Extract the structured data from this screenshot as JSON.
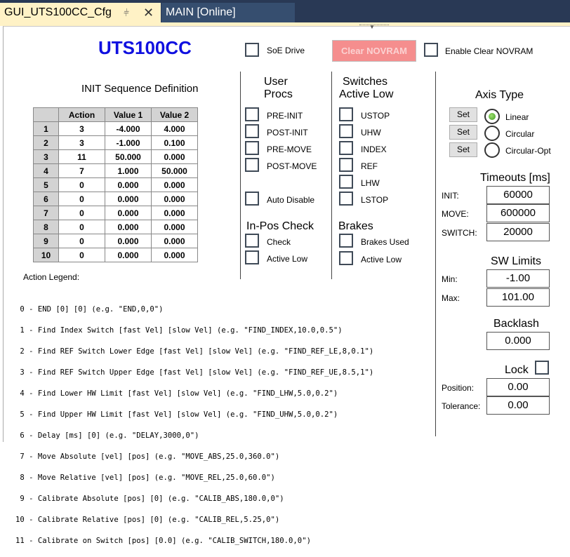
{
  "tabs": {
    "active": {
      "label": "GUI_UTS100CC_Cfg"
    },
    "inactive": {
      "label": "MAIN [Online]"
    }
  },
  "header": {
    "title": "UTS100CC",
    "soe_drive_label": "SoE Drive",
    "clear_novram_label": "Clear NOVRAM",
    "enable_clear_label": "Enable Clear NOVRAM"
  },
  "init_table": {
    "heading": "INIT Sequence Definition",
    "columns": [
      "Action",
      "Value 1",
      "Value 2"
    ],
    "rows": [
      [
        "1",
        "3",
        "-4.000",
        "4.000"
      ],
      [
        "2",
        "3",
        "-1.000",
        "0.100"
      ],
      [
        "3",
        "11",
        "50.000",
        "0.000"
      ],
      [
        "4",
        "7",
        "1.000",
        "50.000"
      ],
      [
        "5",
        "0",
        "0.000",
        "0.000"
      ],
      [
        "6",
        "0",
        "0.000",
        "0.000"
      ],
      [
        "7",
        "0",
        "0.000",
        "0.000"
      ],
      [
        "8",
        "0",
        "0.000",
        "0.000"
      ],
      [
        "9",
        "0",
        "0.000",
        "0.000"
      ],
      [
        "10",
        "0",
        "0.000",
        "0.000"
      ]
    ]
  },
  "legend": {
    "heading": "Action Legend:",
    "lines": [
      " 0 - END [0] [0] (e.g. \"END,0,0\")",
      " 1 - Find Index Switch [fast Vel] [slow Vel] (e.g. \"FIND_INDEX,10.0,0.5\")",
      " 2 - Find REF Switch Lower Edge [fast Vel] [slow Vel] (e.g. \"FIND_REF_LE,8,0.1\")",
      " 3 - Find REF Switch Upper Edge [fast Vel] [slow Vel] (e.g. \"FIND_REF_UE,8.5,1\")",
      " 4 - Find Lower HW Limit [fast Vel] [slow Vel] (e.g. \"FIND_LHW,5.0,0.2\")",
      " 5 - Find Upper HW Limit [fast Vel] [slow Vel] (e.g. \"FIND_UHW,5.0,0.2\")",
      " 6 - Delay [ms] [0] (e.g. \"DELAY,3000,0\")",
      " 7 - Move Absolute [vel] [pos] (e.g. \"MOVE_ABS,25.0,360.0\")",
      " 8 - Move Relative [vel] [pos] (e.g. \"MOVE_REL,25.0,60.0\")",
      " 9 - Calibrate Absolute [pos] [0] (e.g. \"CALIB_ABS,180.0,0\")",
      "10 - Calibrate Relative [pos] [0] (e.g. \"CALIB_REL,5.25,0\")",
      "11 - Calibrate on Switch [pos] [0.0] (e.g. \"CALIB_SWITCH,180.0,0\")"
    ]
  },
  "user_procs": {
    "heading_line1": "User",
    "heading_line2": "Procs",
    "items": [
      "PRE-INIT",
      "POST-INIT",
      "PRE-MOVE",
      "POST-MOVE"
    ],
    "auto_disable": "Auto Disable"
  },
  "inpos": {
    "heading": "In-Pos Check",
    "items": [
      "Check",
      "Active Low"
    ]
  },
  "switches": {
    "heading_line1": "Switches",
    "heading_line2": "Active Low",
    "items": [
      "USTOP",
      "UHW",
      "INDEX",
      "REF",
      "LHW",
      "LSTOP"
    ]
  },
  "brakes": {
    "heading": "Brakes",
    "items": [
      "Brakes Used",
      "Active Low"
    ]
  },
  "axis_type": {
    "heading": "Axis Type",
    "set_label": "Set",
    "options": [
      "Linear",
      "Circular",
      "Circular-Opt"
    ],
    "selected": "Linear",
    "accent": "#3c9a20"
  },
  "timeouts": {
    "heading": "Timeouts [ms]",
    "init_label": "INIT:",
    "init_value": "60000",
    "move_label": "MOVE:",
    "move_value": "600000",
    "switch_label": "SWITCH:",
    "switch_value": "20000"
  },
  "sw_limits": {
    "heading": "SW Limits",
    "min_label": "Min:",
    "min_value": "-1.00",
    "max_label": "Max:",
    "max_value": "101.00"
  },
  "backlash": {
    "heading": "Backlash",
    "value": "0.000"
  },
  "lock": {
    "heading": "Lock",
    "position_label": "Position:",
    "position_value": "0.00",
    "tolerance_label": "Tolerance:",
    "tolerance_value": "0.00"
  },
  "colors": {
    "title": "#1010e0",
    "clear_button": "#f58e8e",
    "tab_active": "#fff2c6",
    "tab_strip": "#293955"
  }
}
